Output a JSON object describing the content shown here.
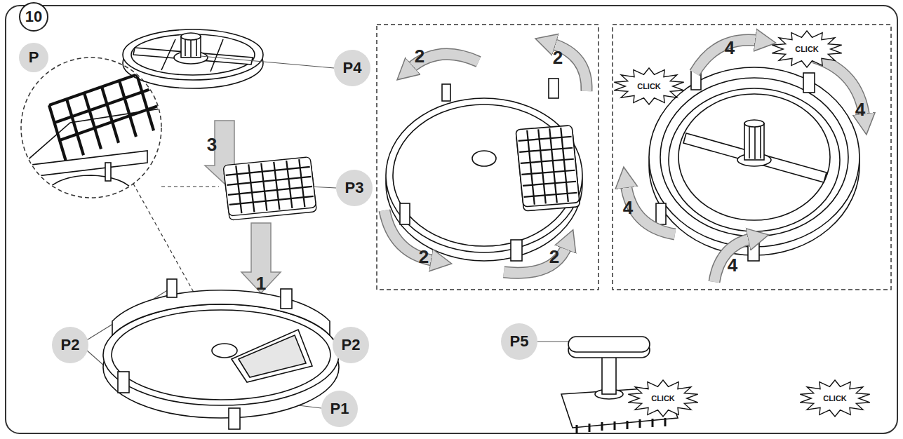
{
  "diagram": {
    "nodes": [
      {
        "text": [
          "10"
        ]
      },
      {
        "text": [
          "P"
        ]
      },
      {
        "text": [
          "P4"
        ]
      },
      {
        "text": [
          "P3"
        ]
      },
      {
        "text": [
          "P2"
        ]
      },
      {
        "text": [
          "P2"
        ]
      },
      {
        "text": [
          "P1"
        ]
      },
      {
        "text": [
          "CLICK"
        ]
      },
      {
        "text": [
          "CLICK"
        ]
      },
      {
        "text": [
          "CLICK"
        ]
      },
      {
        "text": [
          "CLICK"
        ]
      },
      {
        "text": [
          "P5"
        ]
      }
    ],
    "labels": [
      "3",
      "1",
      "2",
      "2",
      "2",
      "2",
      "4",
      "4",
      "4",
      "4"
    ]
  }
}
